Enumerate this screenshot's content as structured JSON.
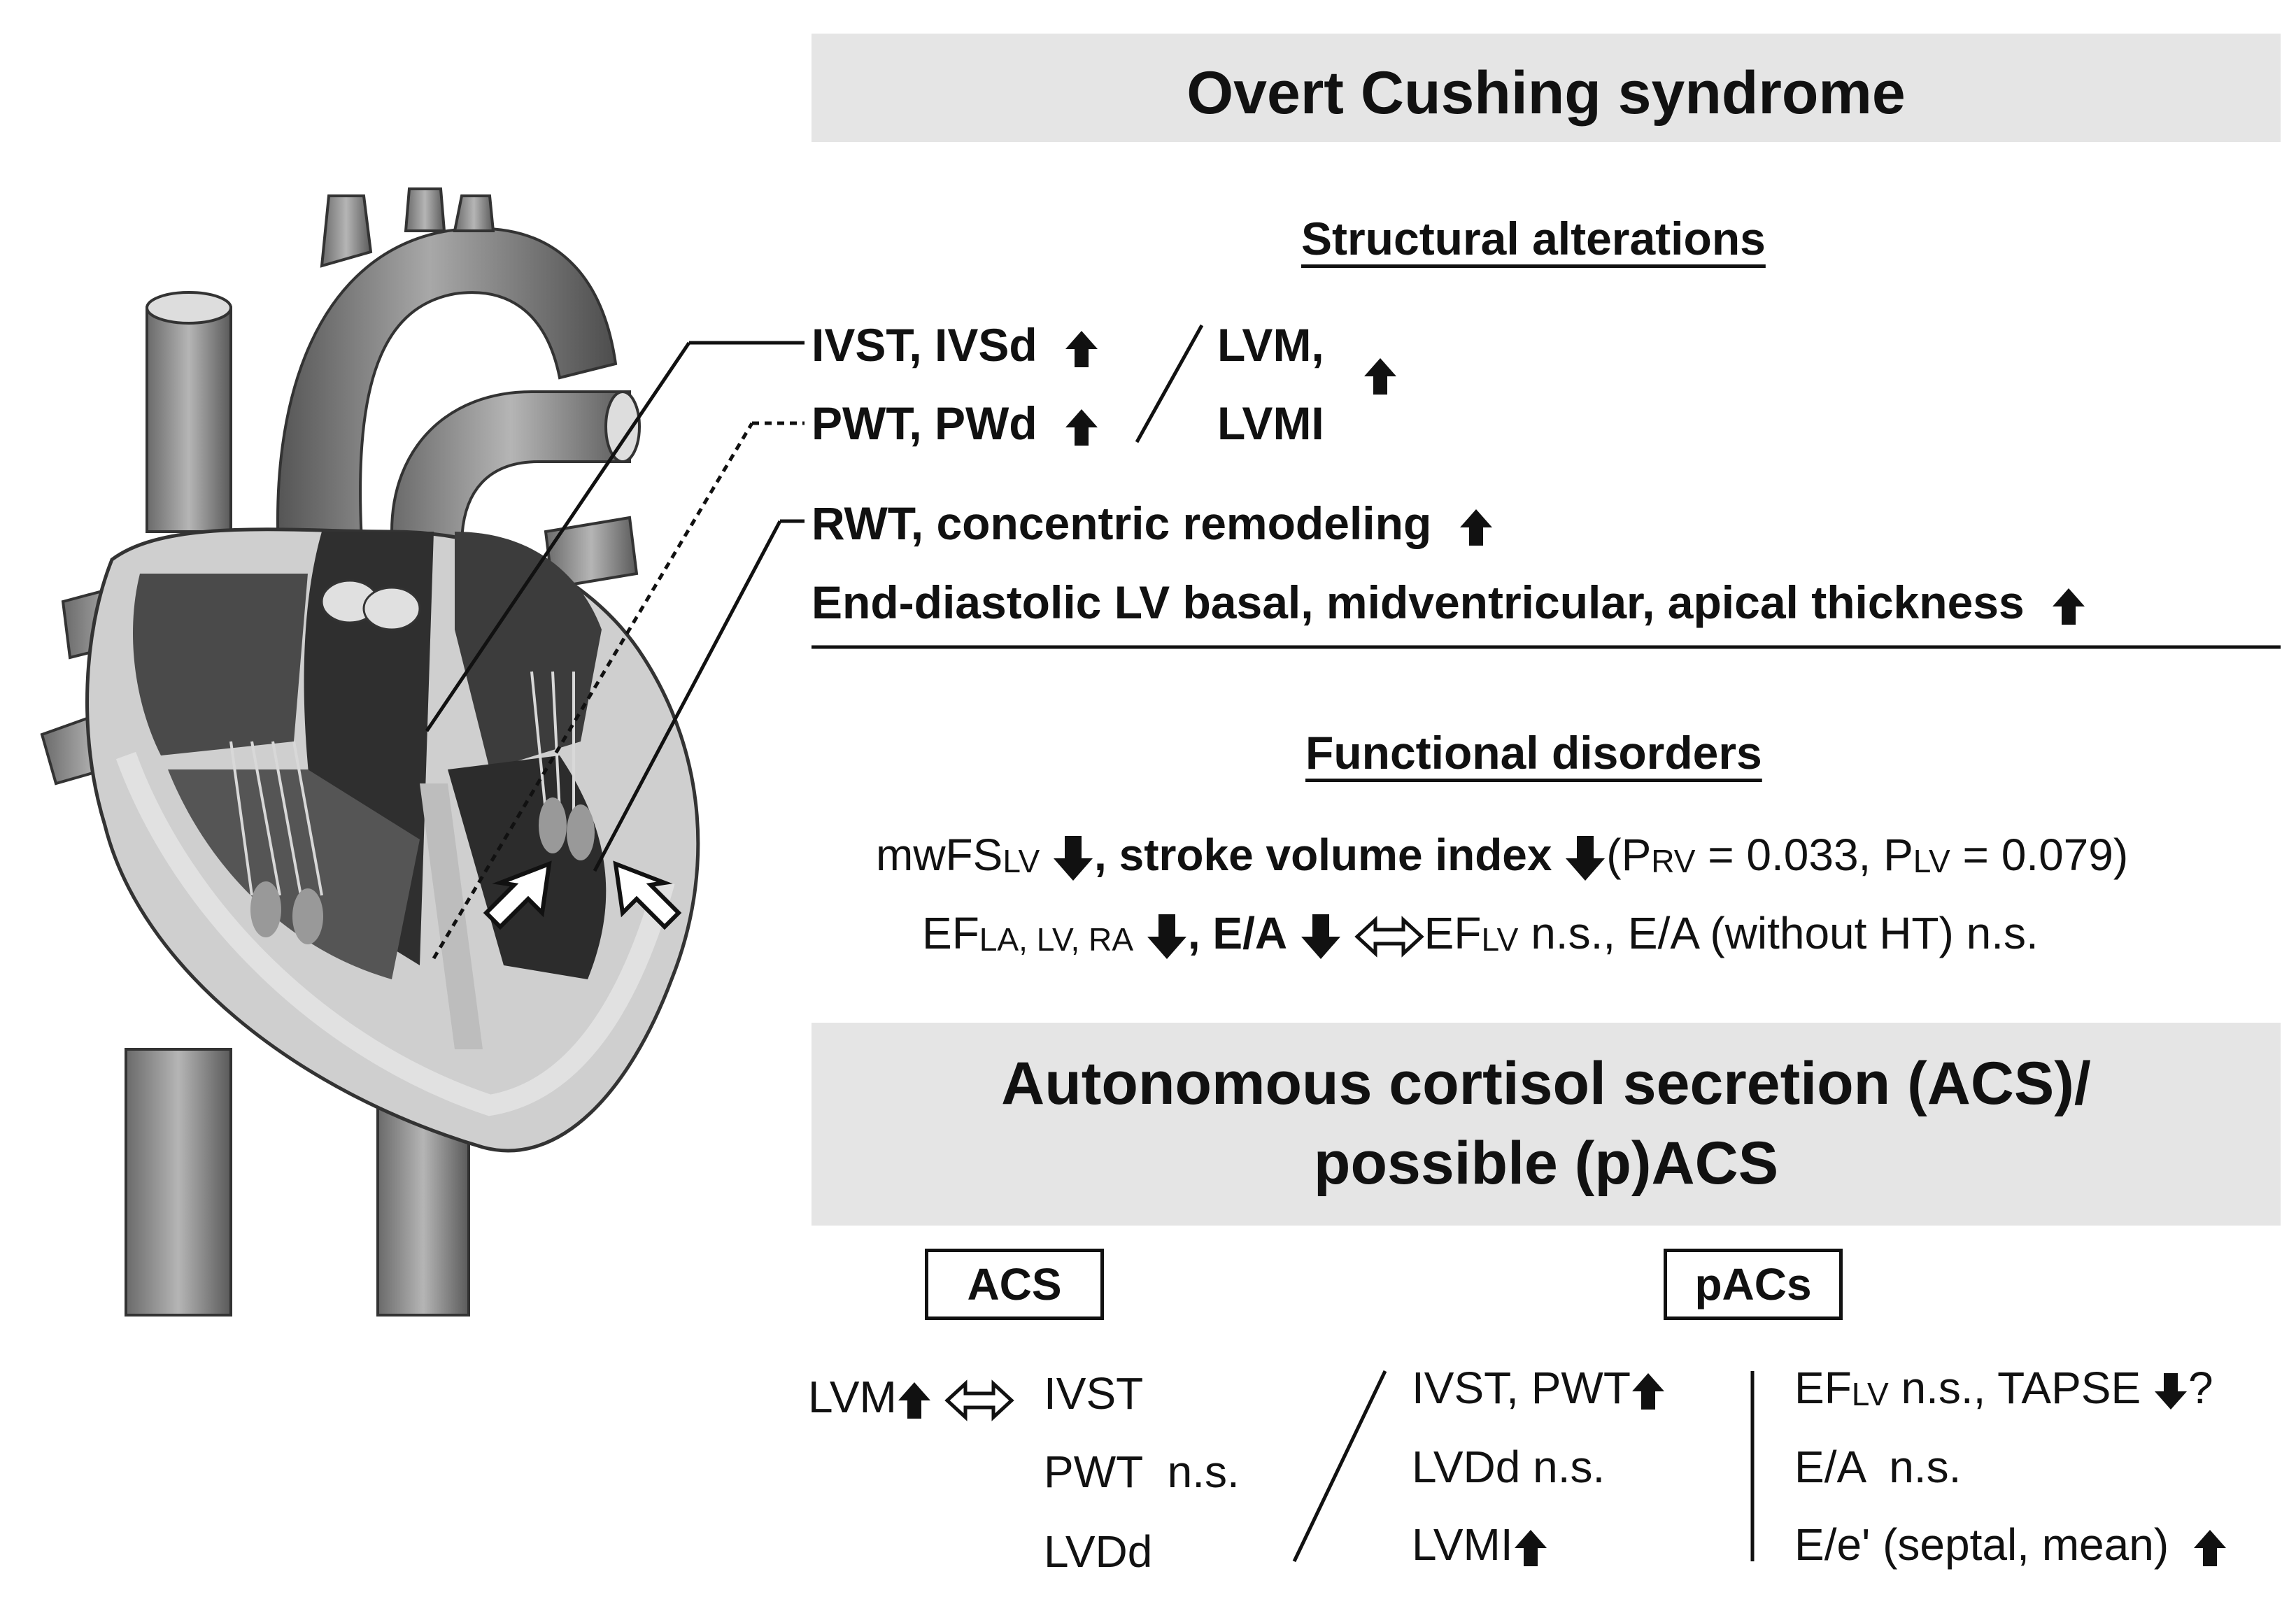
{
  "overt": {
    "title": "Overt Cushing syndrome",
    "structural": {
      "heading": "Structural alterations",
      "row1": "IVST, IVSd",
      "row2": "PWT, PWd",
      "lvm_a": "LVM,",
      "lvm_b": "LVMI",
      "row3": "RWT, concentric remodeling",
      "row4": "End-diastolic LV basal, midventricular, apical thickness"
    },
    "functional": {
      "heading": "Functional disorders",
      "l1_a": "mwFS",
      "l1_a_sub": "LV",
      "l1_b": ", stroke volume index",
      "l1_c": "(P",
      "l1_c_sub": "RV",
      "l1_d": " = 0.033, P",
      "l1_d_sub": "LV",
      "l1_e": " = 0.079)",
      "l2_a": "EF",
      "l2_a_sub": "LA, LV, RA",
      "l2_b": ", E/A",
      "l2_c": "EF",
      "l2_c_sub": "LV",
      "l2_d": " n.s., E/A (without HT) n.s."
    }
  },
  "acs": {
    "title_line1": "Autonomous cortisol secretion (ACS)/",
    "title_line2": "possible (p)ACS",
    "acs_box": "ACS",
    "pacs_box": "pACs",
    "acs_lvm": "LVM",
    "acs_ivst": "IVST",
    "acs_pwt": "PWT  n.s.",
    "acs_lvdd": "LVDd",
    "pacs_ivst": "IVST, PWT",
    "pacs_lvdd": "LVDd n.s.",
    "pacs_lvmi": "LVMI",
    "pacs_ef": "EF",
    "pacs_ef_sub": "LV",
    "pacs_ef_rest": " n.s., TAPSE",
    "pacs_q": "?",
    "pacs_ea": "E/A  n.s.",
    "pacs_ee": "E/e' (septal, mean)"
  },
  "colors": {
    "band": "#e5e5e5",
    "text": "#111111"
  },
  "icons": [
    "heart-illustration",
    "arrow-up-icon",
    "arrow-down-icon",
    "double-arrow-icon",
    "hollow-arrow-icon"
  ]
}
